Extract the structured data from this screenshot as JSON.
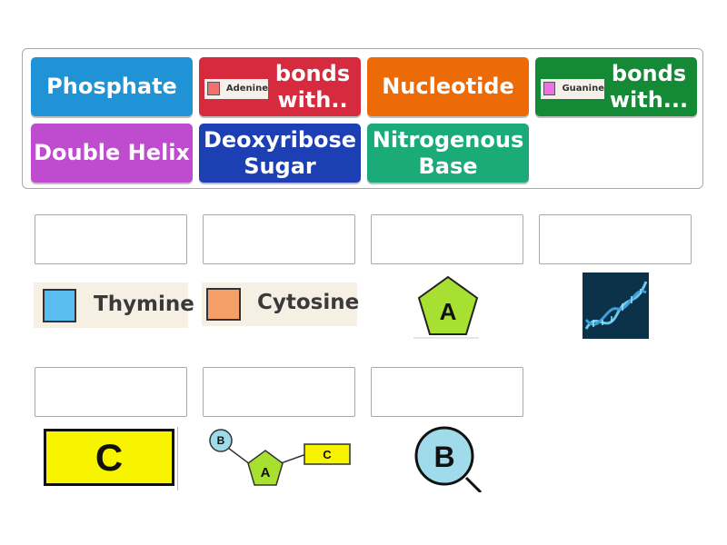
{
  "tiles": [
    {
      "label": "Phosphate",
      "color": "#1f93d6"
    },
    {
      "image_label": "Adenine",
      "label": "bonds with..",
      "color": "#d62a3f",
      "swatch": "#f07070"
    },
    {
      "label": "Nucleotide",
      "color": "#ec6b06"
    },
    {
      "image_label": "Guanine",
      "label": "bonds with...",
      "color": "#148936",
      "swatch": "#f06ee6"
    },
    {
      "label": "Double Helix",
      "color": "#bf4ccf"
    },
    {
      "label": "Deoxyribose Sugar",
      "color": "#1c3fb3"
    },
    {
      "label": "Nitrogenous Base",
      "color": "#1bab78"
    }
  ],
  "pictures": {
    "thymine": {
      "label": "Thymine",
      "swatch": "#5bbcf2"
    },
    "cytosine": {
      "label": "Cytosine",
      "swatch": "#f5a068"
    },
    "pentagon_a": {
      "label": "A",
      "fill": "#a8e031"
    },
    "helix": {
      "icon": "dna-helix"
    },
    "rect_c": {
      "label": "C",
      "fill": "#f8f400"
    },
    "nucleotide": {
      "phosphate": "B",
      "sugar": "A",
      "base": "C"
    },
    "circle_b": {
      "label": "B",
      "fill": "#9fdbeb"
    }
  }
}
